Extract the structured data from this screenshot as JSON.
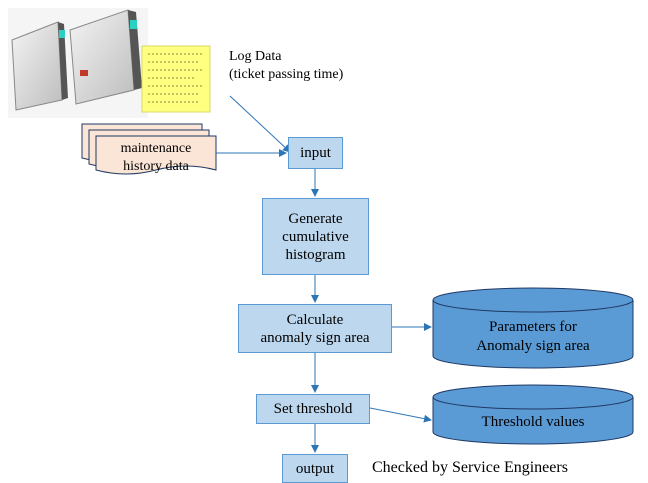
{
  "labels": {
    "log_data": "Log Data\n(ticket passing time)",
    "maintenance_doc": "maintenance\nhistory data",
    "checked_by": "Checked by Service Engineers"
  },
  "steps": {
    "input": "input",
    "generate": "Generate\ncumulative\nhistogram",
    "calculate": "Calculate\nanomaly sign area",
    "set_threshold": "Set threshold",
    "output": "output"
  },
  "stores": {
    "parameters": "Parameters for\nAnomaly sign area",
    "thresholds": "Threshold values"
  },
  "colors": {
    "process_fill": "#bdd7ee",
    "process_border": "#5b9bd5",
    "store_fill": "#5b9bd5",
    "store_stroke": "#1f3864",
    "doc_fill": "#fbe5d6",
    "arrow": "#2e75b6",
    "log_paper": "#ffff80"
  }
}
